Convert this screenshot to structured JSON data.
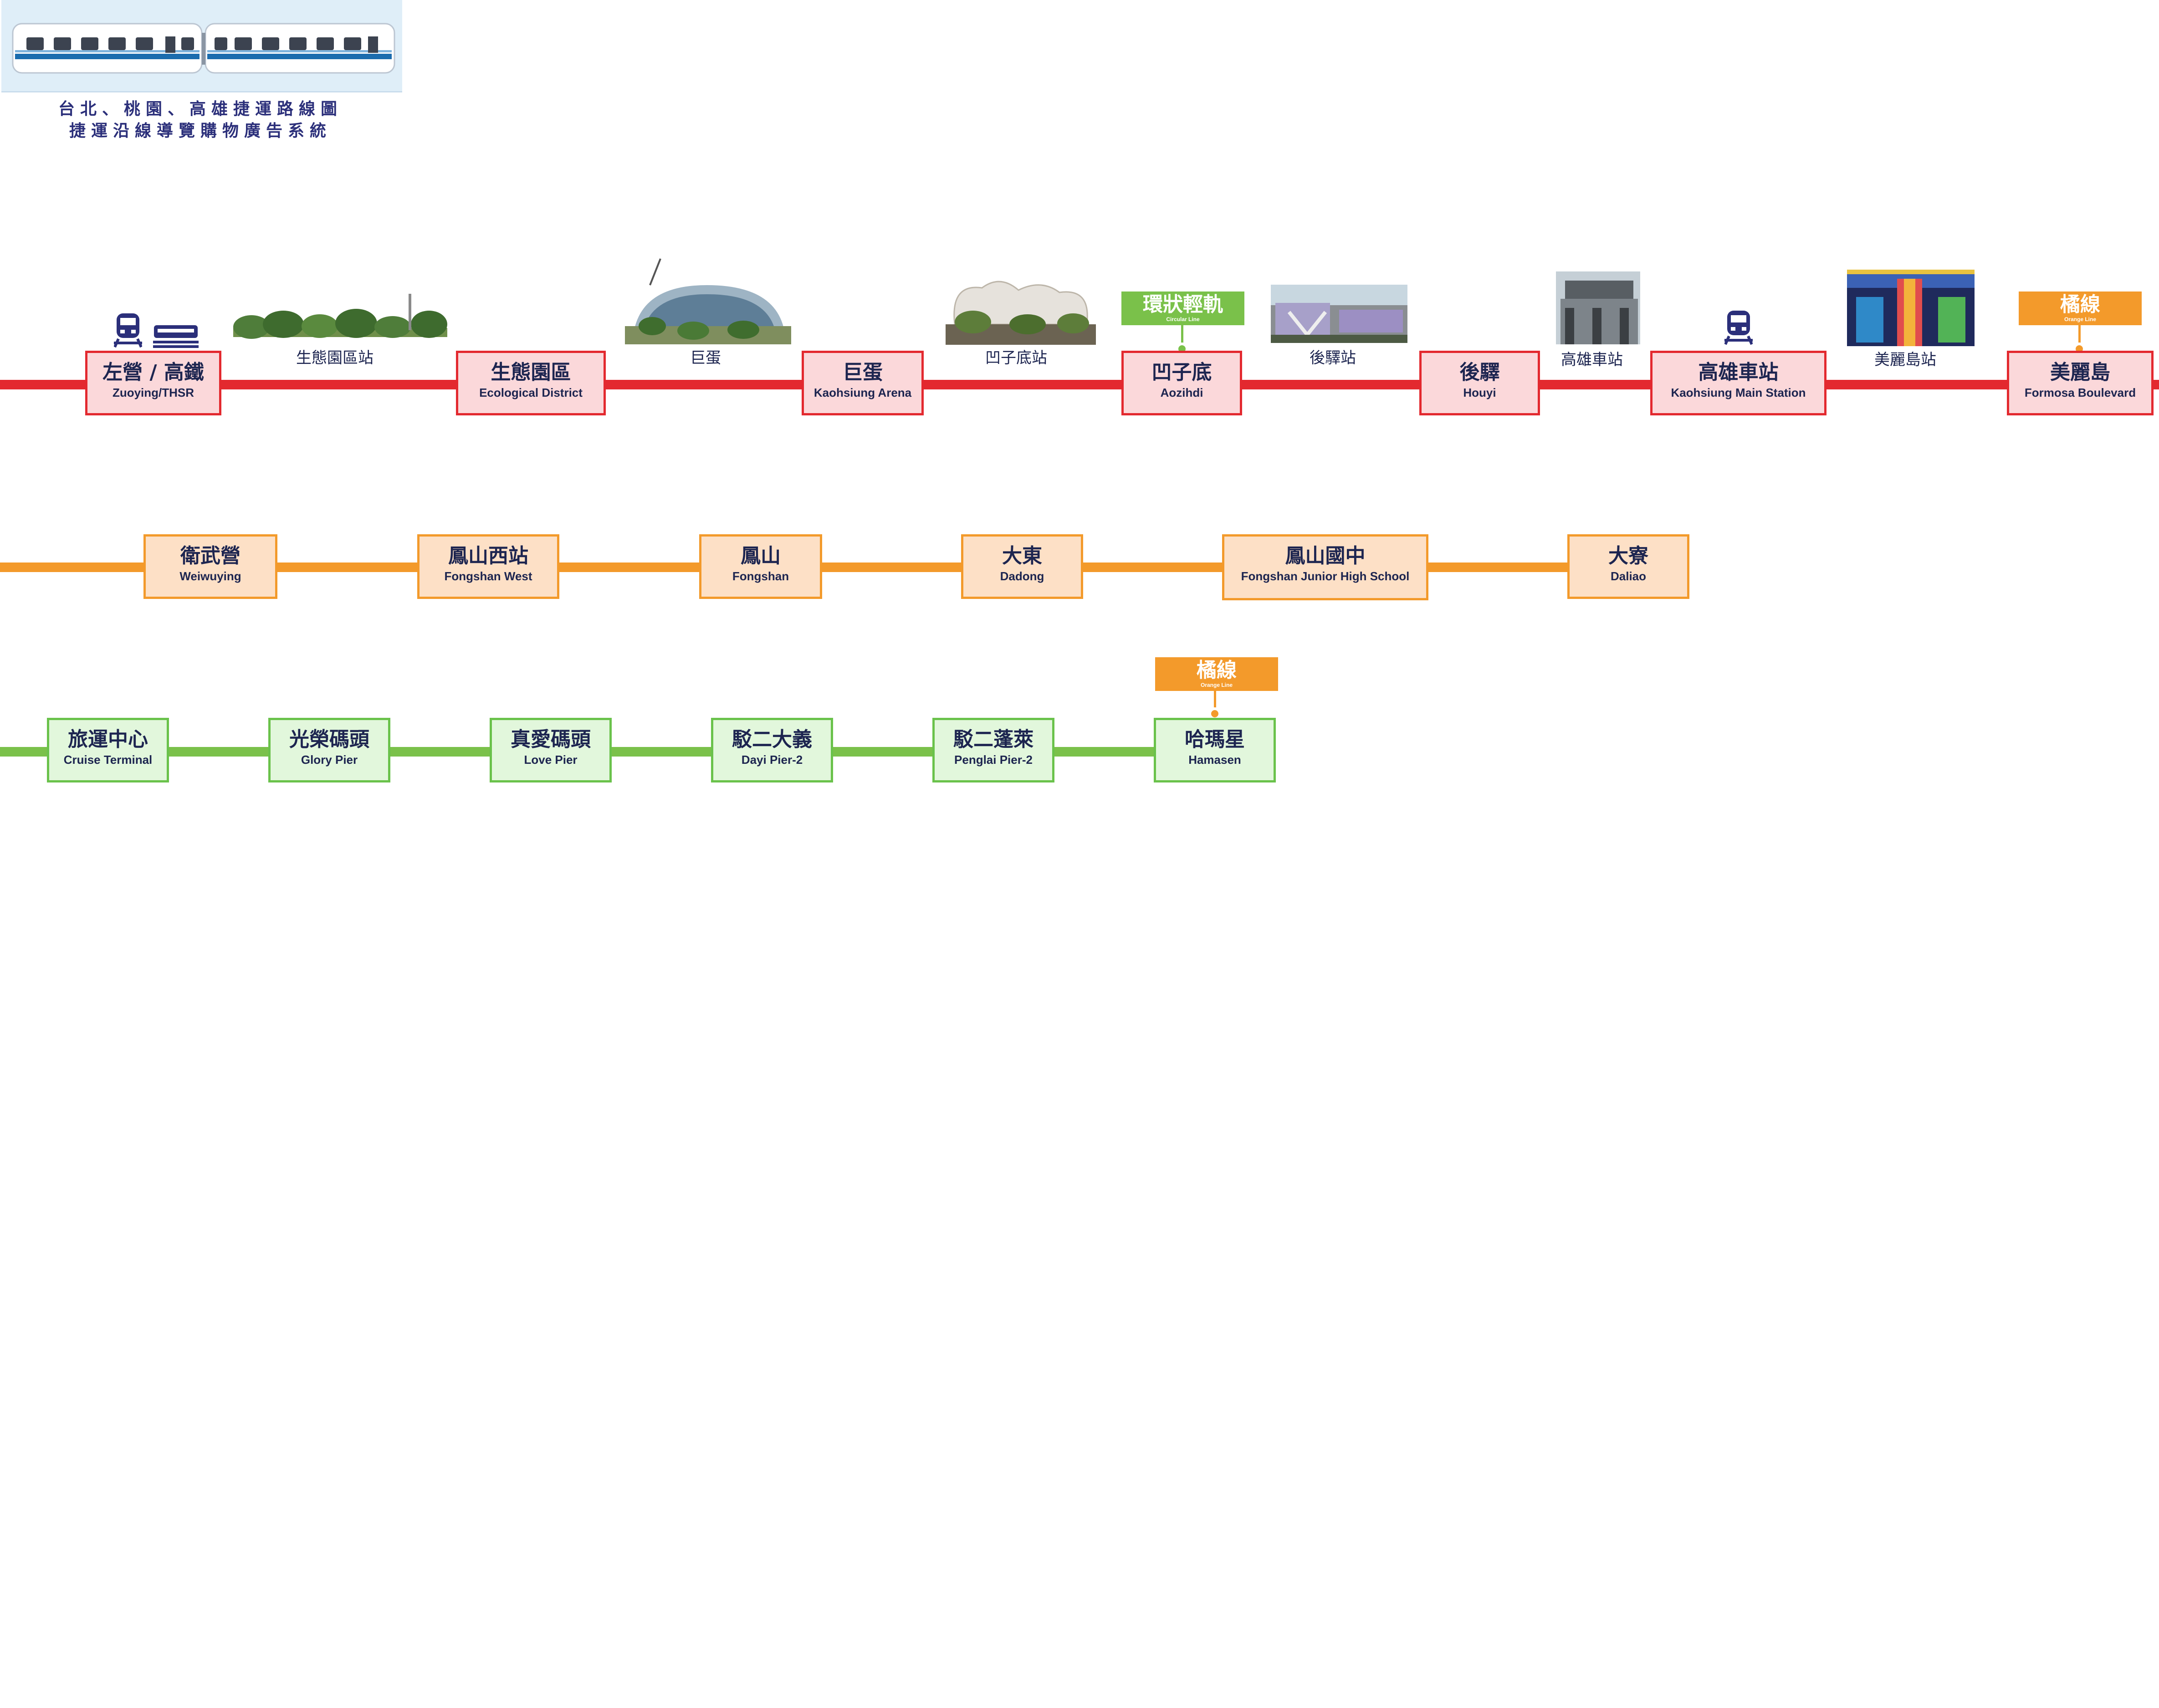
{
  "header": {
    "title_line1": "台北、桃園、高雄捷運路線圖",
    "title_line2": "捷運沿線導覽購物廣告系統"
  },
  "colors": {
    "red_line": "#e3292f",
    "orange_line": "#f39a2b",
    "green_line": "#6ac24b",
    "text": "#1d2550"
  },
  "red_line": {
    "stations": [
      {
        "zh": "左營 / 高鐵",
        "en": "Zuoying/THSR"
      },
      {
        "zh": "生態園區",
        "en": "Ecological District"
      },
      {
        "zh": "巨蛋",
        "en": "Kaohsiung Arena"
      },
      {
        "zh": "凹子底",
        "en": "Aozihdi"
      },
      {
        "zh": "後驛",
        "en": "Houyi"
      },
      {
        "zh": "高雄車站",
        "en": "Kaohsiung Main Station"
      },
      {
        "zh": "美麗島",
        "en": "Formosa Boulevard"
      }
    ],
    "photo_labels": [
      "生態園區站",
      "巨蛋",
      "凹子底站",
      "後驛站",
      "高雄車站",
      "美麗島站"
    ],
    "transfers": {
      "circular": {
        "zh": "環狀輕軌",
        "en": "Circular Line"
      },
      "orange": {
        "zh": "橘線",
        "en": "Orange Line"
      }
    }
  },
  "orange_line": {
    "stations": [
      {
        "zh": "衛武營",
        "en": "Weiwuying"
      },
      {
        "zh": "鳳山西站",
        "en": "Fongshan West"
      },
      {
        "zh": "鳳山",
        "en": "Fongshan"
      },
      {
        "zh": "大東",
        "en": "Dadong"
      },
      {
        "zh": "鳳山國中",
        "en": "Fongshan Junior High School"
      },
      {
        "zh": "大寮",
        "en": "Daliao"
      }
    ]
  },
  "green_line": {
    "stations": [
      {
        "zh": "旅運中心",
        "en": "Cruise Terminal"
      },
      {
        "zh": "光榮碼頭",
        "en": "Glory Pier"
      },
      {
        "zh": "真愛碼頭",
        "en": "Love Pier"
      },
      {
        "zh": "駁二大義",
        "en": "Dayi Pier-2"
      },
      {
        "zh": "駁二蓬萊",
        "en": "Penglai Pier-2"
      },
      {
        "zh": "哈瑪星",
        "en": "Hamasen"
      }
    ],
    "transfer": {
      "zh": "橘線",
      "en": "Orange Line"
    }
  },
  "icons": [
    "train-illustration",
    "mrt-train-icon",
    "hsr-train-icon"
  ]
}
